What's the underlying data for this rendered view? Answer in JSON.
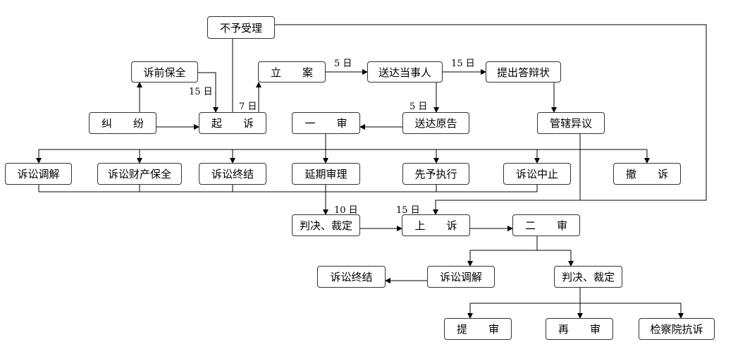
{
  "nodes": {
    "buyu_shouli": "不予受理",
    "suqian_baoquan": "诉前保全",
    "li_an": "立　　案",
    "songda_dangshiren": "送达当事人",
    "tichu_dabianzhuang": "提出答辩状",
    "jiufen": "纠　　纷",
    "qisu": "起　　诉",
    "yishen": "一　　审",
    "songda_yuangao": "送达原告",
    "guanxia_yiyi": "管辖异议",
    "susong_tiaojie": "诉讼调解",
    "susong_caichan_baoquan": "诉讼财产保全",
    "susong_zhongjie": "诉讼终结",
    "yanqi_shenli": "延期审理",
    "xianyu_zhixing": "先予执行",
    "susong_zhongzhi": "诉讼中止",
    "chesu": "撤　　诉",
    "panjue_caiding": "判决、裁定",
    "shangsu": "上　　诉",
    "ershen": "二　　审",
    "susong_zhongjie_2": "诉讼终结",
    "susong_tiaojie_2": "诉讼调解",
    "panjue_caiding_2": "判决、裁定",
    "tishen": "提　　审",
    "zaishen": "再　　审",
    "jianchayuan_kangsu": "检察院抗诉"
  },
  "labels": {
    "d15_baoquan": "15 日",
    "d7_lian": "7 日",
    "d5_songda": "5 日",
    "d15_dabian": "15 日",
    "d5_yuangao": "5 日",
    "d10_panjue": "10 日",
    "d15_shangsu": "15 日"
  }
}
